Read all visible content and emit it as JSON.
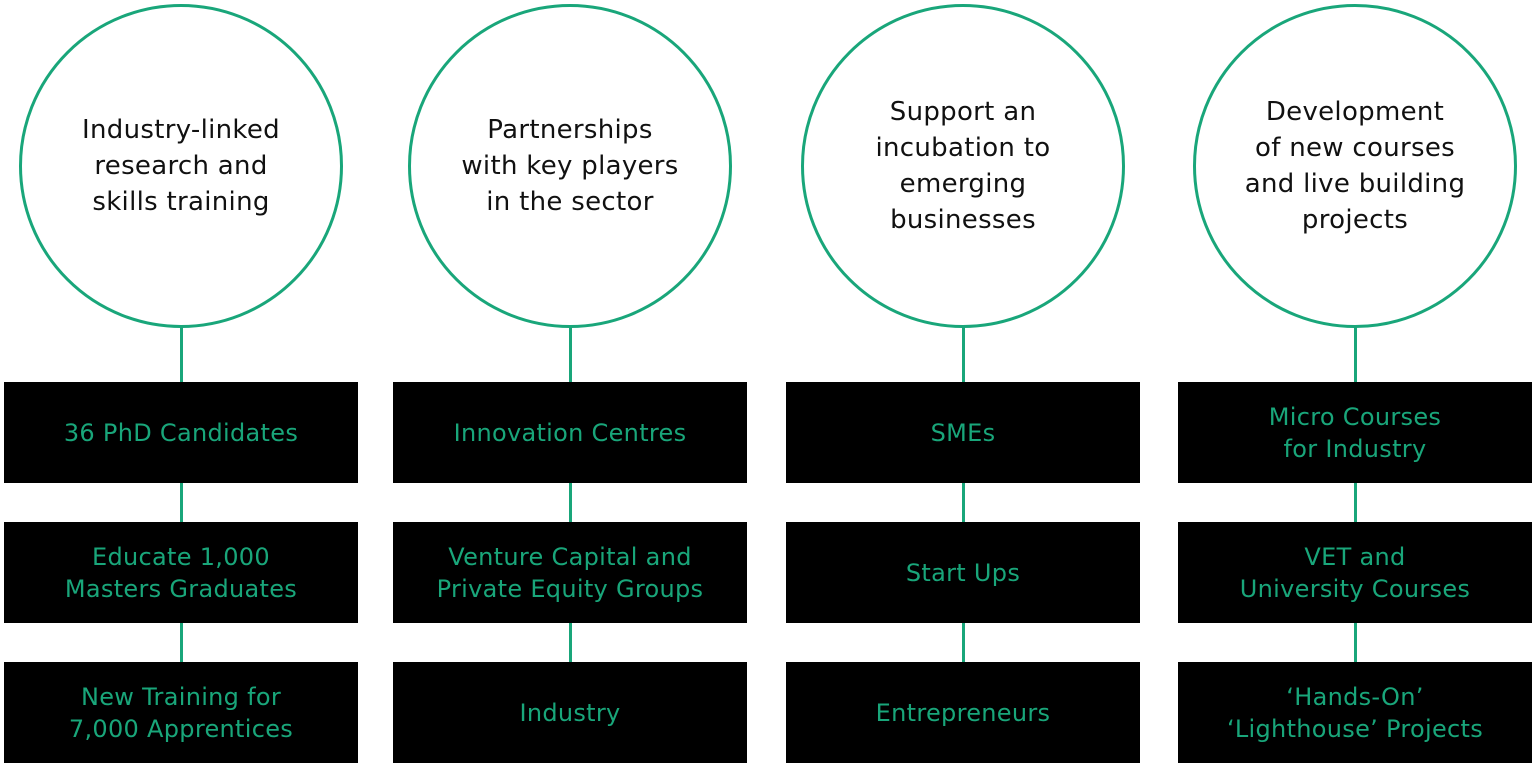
{
  "diagram": {
    "line_color": "#19a67a",
    "box_color": "#000000",
    "box_text_color": "#19a67a",
    "columns": [
      {
        "circle": "Industry-linked\nresearch and\nskills training",
        "boxes": [
          "36 PhD Candidates",
          "Educate 1,000\nMasters Graduates",
          "New Training for\n7,000 Apprentices"
        ]
      },
      {
        "circle": "Partnerships\nwith key players\nin the sector",
        "boxes": [
          "Innovation Centres",
          "Venture Capital and\nPrivate Equity Groups",
          "Industry"
        ]
      },
      {
        "circle": "Support an\nincubation to\nemerging\nbusinesses",
        "boxes": [
          "SMEs",
          "Start Ups",
          "Entrepreneurs"
        ]
      },
      {
        "circle": "Development\nof new courses\nand live building\nprojects",
        "boxes": [
          "Micro Courses\nfor Industry",
          "VET and\nUniversity Courses",
          "‘Hands-On’\n‘Lighthouse’ Projects"
        ]
      }
    ]
  }
}
